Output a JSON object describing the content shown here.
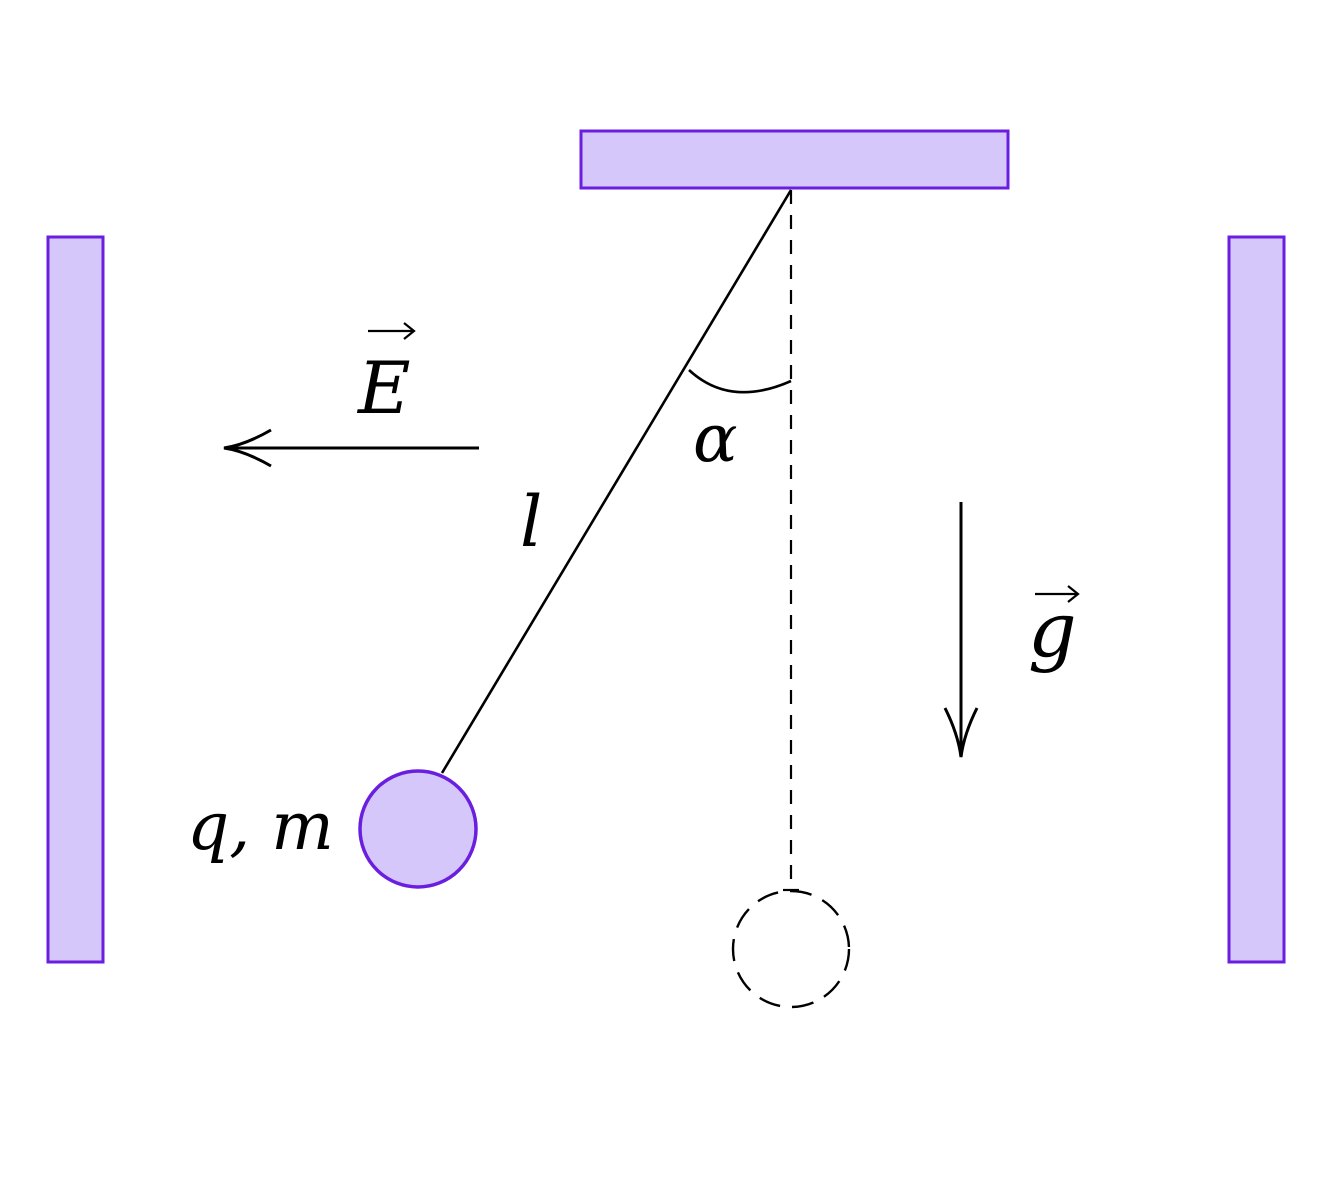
{
  "labels": {
    "field": "E",
    "gravity": "g",
    "angle": "α",
    "length": "l",
    "charge_mass": "q, m"
  },
  "colors": {
    "plate_fill": "#d5c7fa",
    "plate_stroke": "#6a1fe0",
    "ink": "#000000"
  },
  "arrows": {
    "field_direction": "left",
    "gravity_direction": "down"
  }
}
